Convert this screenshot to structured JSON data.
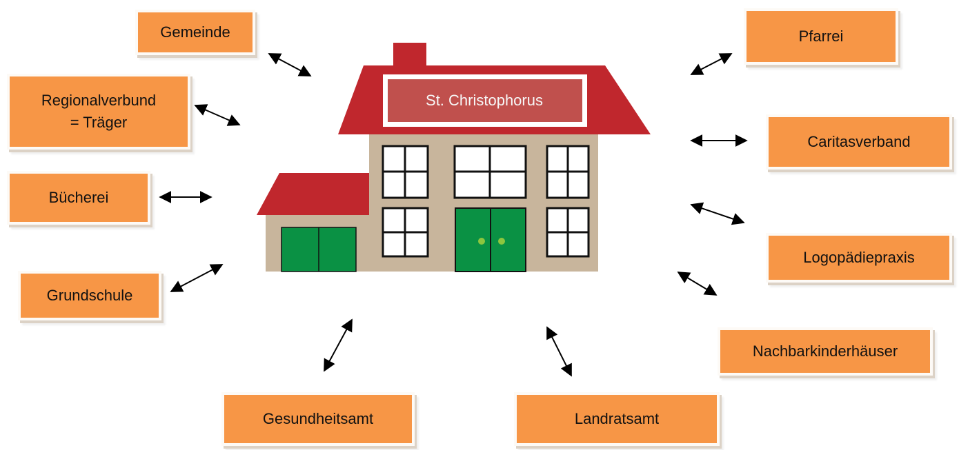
{
  "house": {
    "sign": "St. Christophorus",
    "colors": {
      "roof": "#c0272d",
      "wall": "#c8b59c",
      "door": "#0a9144",
      "sign": "#c0504d",
      "box": "#f79646"
    }
  },
  "partners": {
    "gemeinde": "Gemeinde",
    "regionalverbund": "Regionalverbund\n= Träger",
    "buecherei": "Bücherei",
    "grundschule": "Grundschule",
    "gesundheitsamt": "Gesundheitsamt",
    "landratsamt": "Landratsamt",
    "pfarrei": "Pfarrei",
    "caritasverband": "Caritasverband",
    "logopaedie": "Logopädiepraxis",
    "nachbarkinderhaeuser": "Nachbarkinderhäuser"
  }
}
